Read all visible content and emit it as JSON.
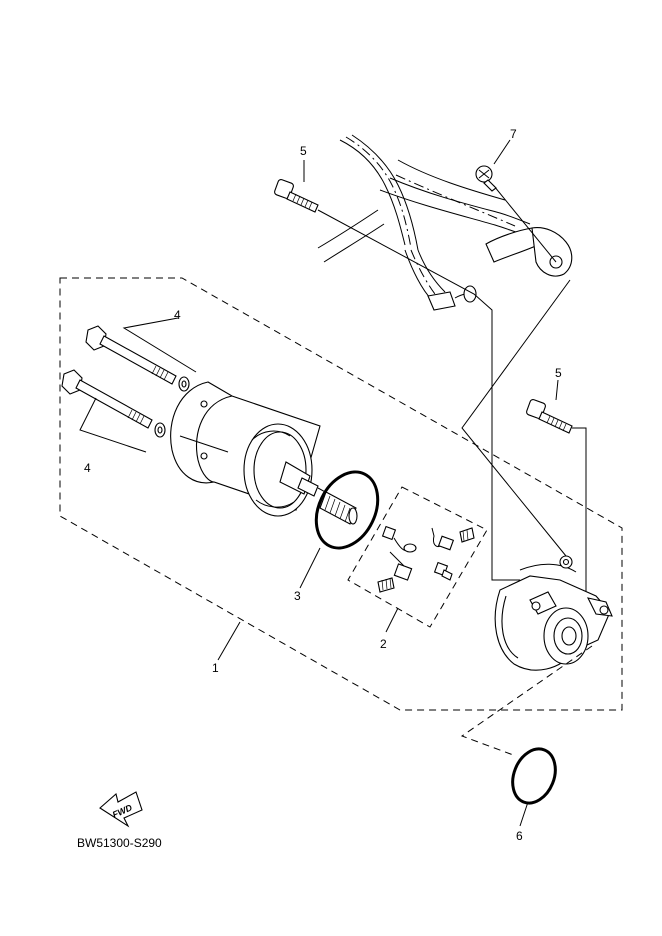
{
  "diagram": {
    "callouts": [
      "1",
      "2",
      "3",
      "4",
      "4",
      "5",
      "5",
      "6",
      "7"
    ],
    "fwd_label": "FWD",
    "drawing_code": "BW51300-S290"
  }
}
